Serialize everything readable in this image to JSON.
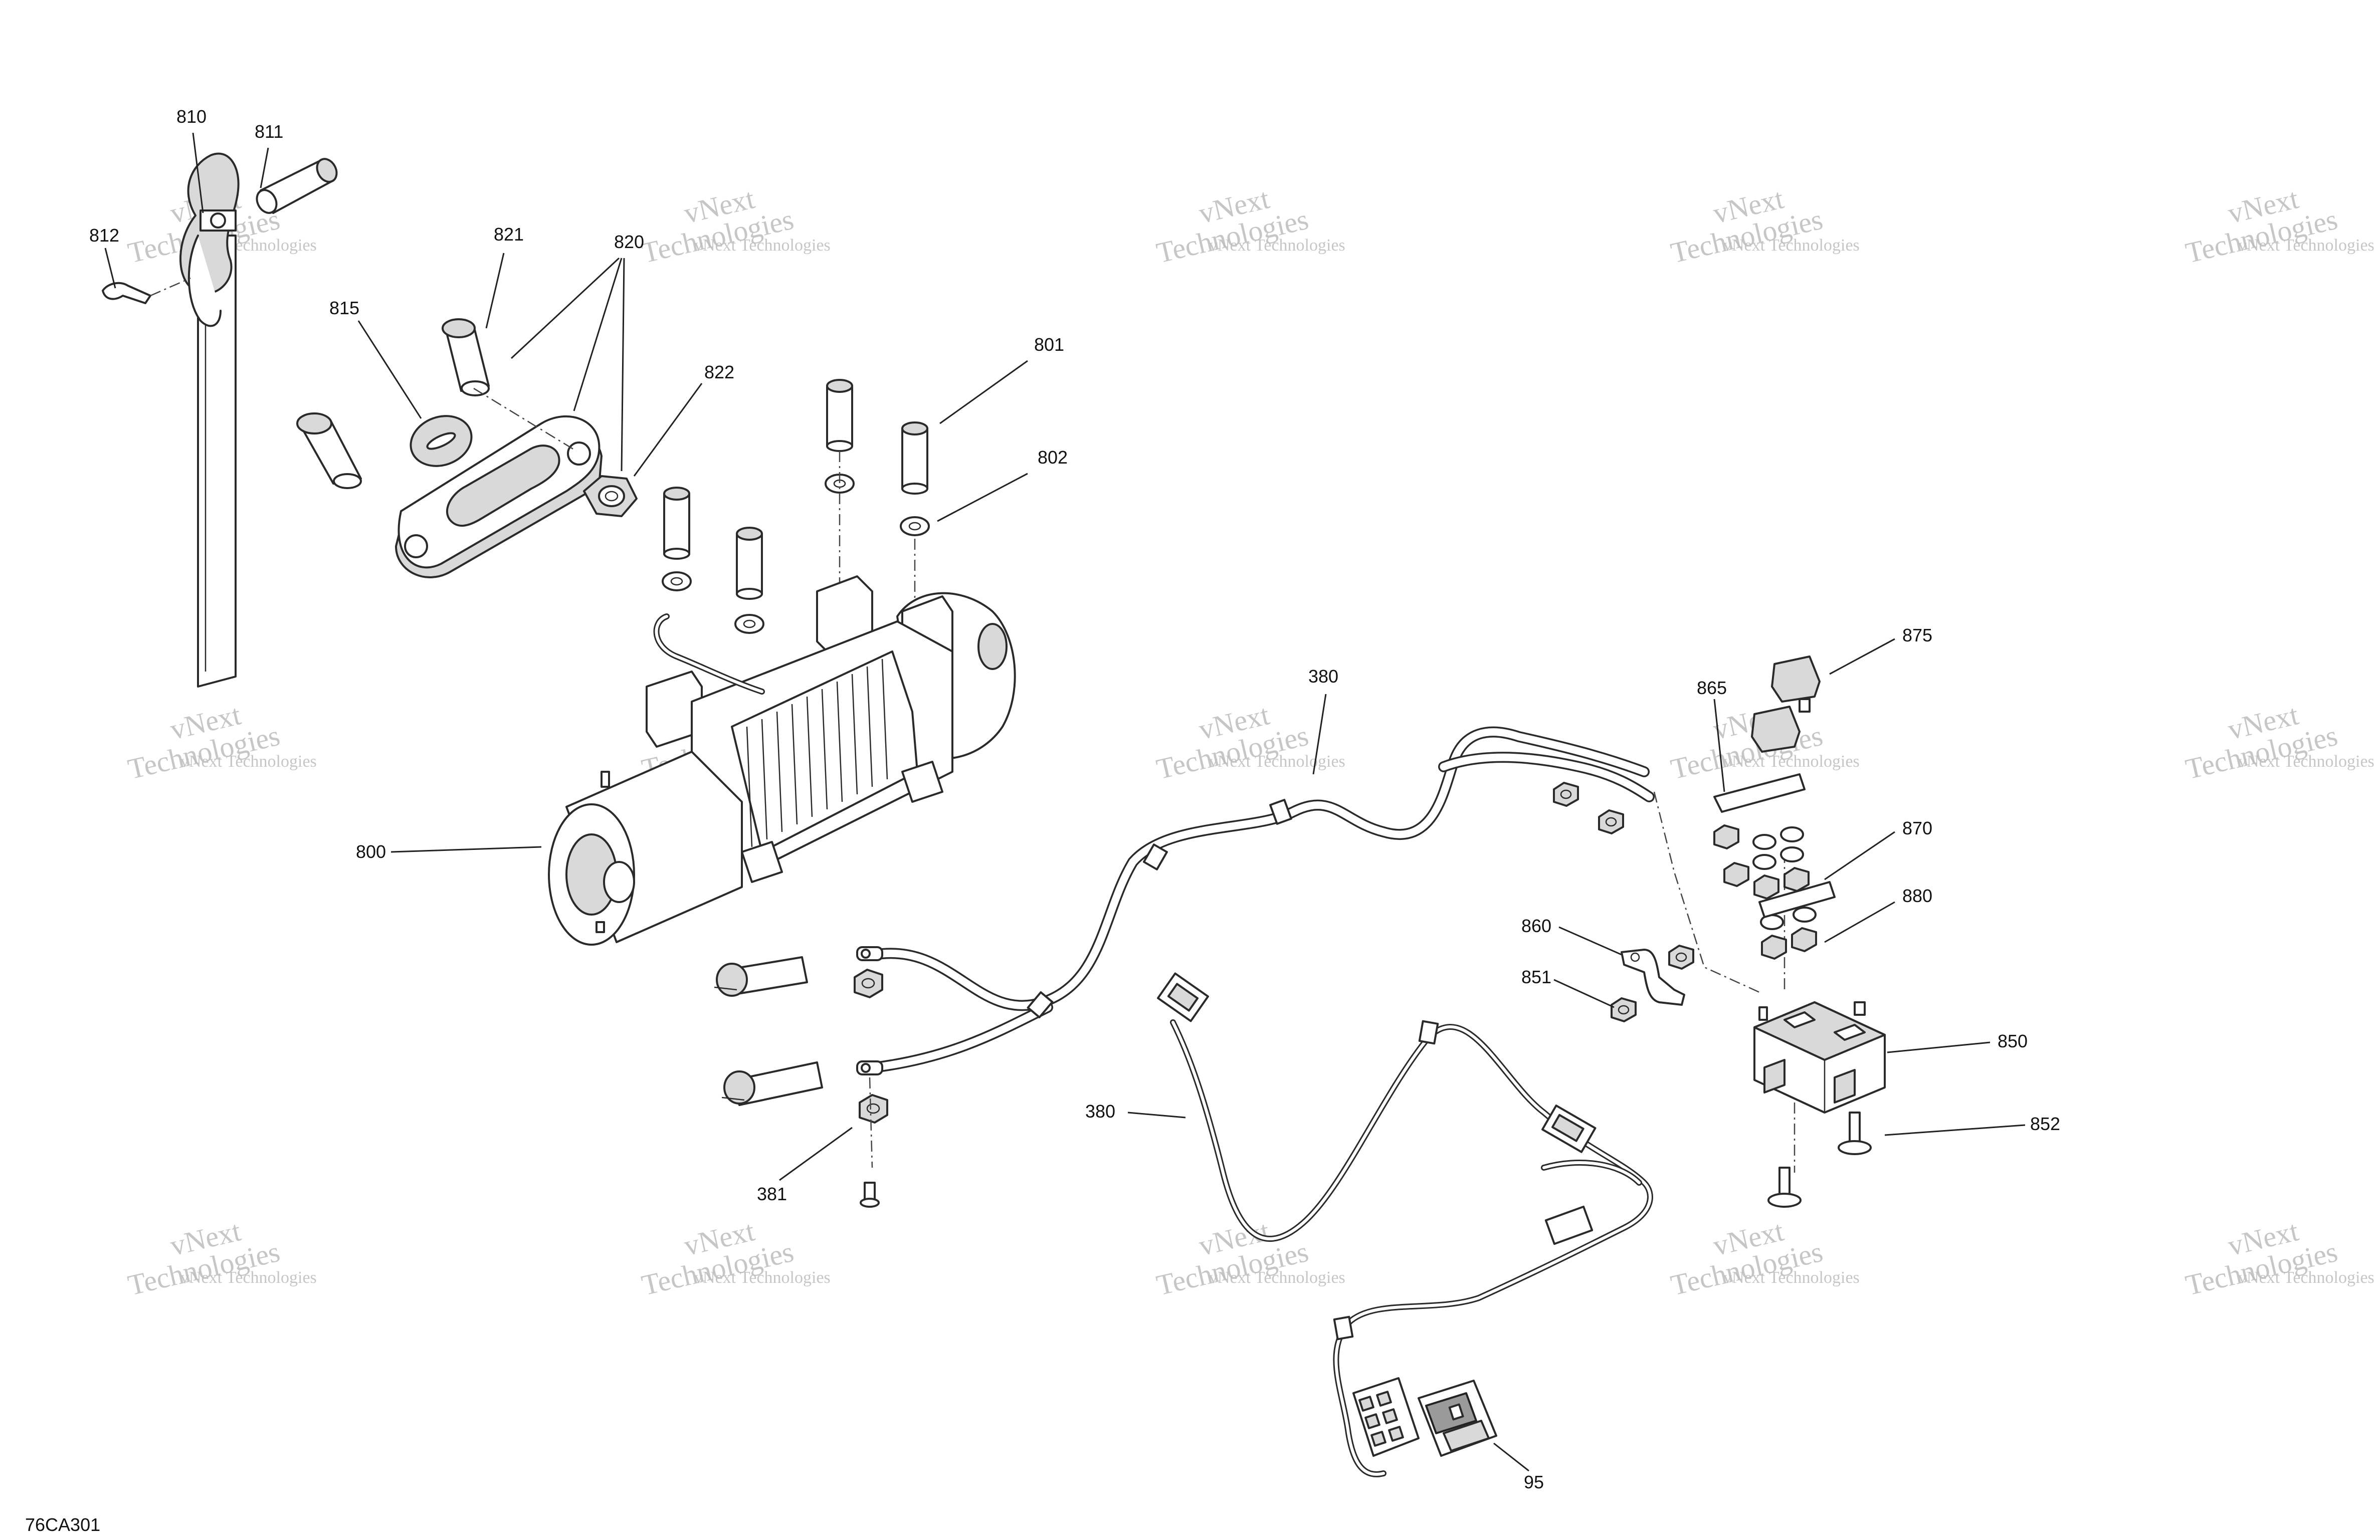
{
  "drawing_code": "76CA301",
  "watermark": {
    "line1": "vNext Technologies",
    "line2": "Technologies",
    "line2_prefix": "vNext"
  },
  "callouts": {
    "c810": "810",
    "c811": "811",
    "c812": "812",
    "c821": "821",
    "c820": "820",
    "c815": "815",
    "c822": "822",
    "c801": "801",
    "c802": "802",
    "c800": "800",
    "c380a": "380",
    "c380b": "380",
    "c381": "381",
    "c875": "875",
    "c865": "865",
    "c870": "870",
    "c880": "880",
    "c860": "860",
    "c851": "851",
    "c850": "850",
    "c852": "852",
    "c95": "95"
  },
  "icons": {
    "winch": "winch-assembly-icon",
    "fairlead": "hawse-fairlead-icon",
    "hook": "winch-hook-icon",
    "contactor": "winch-contactor-icon",
    "rocker": "rocker-switch-icon"
  }
}
